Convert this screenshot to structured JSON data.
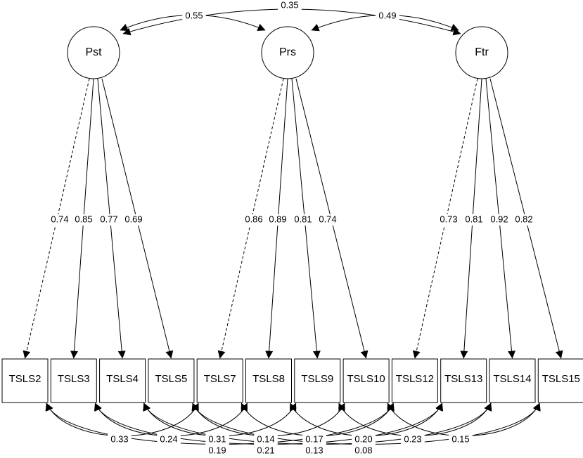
{
  "latents": [
    {
      "id": "Pst",
      "label": "Pst"
    },
    {
      "id": "Prs",
      "label": "Prs"
    },
    {
      "id": "Ftr",
      "label": "Ftr"
    }
  ],
  "observed": [
    {
      "id": "TSLS2",
      "label": "TSLS2"
    },
    {
      "id": "TSLS3",
      "label": "TSLS3"
    },
    {
      "id": "TSLS4",
      "label": "TSLS4"
    },
    {
      "id": "TSLS5",
      "label": "TSLS5"
    },
    {
      "id": "TSLS7",
      "label": "TSLS7"
    },
    {
      "id": "TSLS8",
      "label": "TSLS8"
    },
    {
      "id": "TSLS9",
      "label": "TSLS9"
    },
    {
      "id": "TSLS10",
      "label": "TSLS10"
    },
    {
      "id": "TSLS12",
      "label": "TSLS12"
    },
    {
      "id": "TSLS13",
      "label": "TSLS13"
    },
    {
      "id": "TSLS14",
      "label": "TSLS14"
    },
    {
      "id": "TSLS15",
      "label": "TSLS15"
    }
  ],
  "latent_covariances": [
    {
      "from": "Pst",
      "to": "Prs",
      "value": "0.55"
    },
    {
      "from": "Pst",
      "to": "Ftr",
      "value": "0.35"
    },
    {
      "from": "Prs",
      "to": "Ftr",
      "value": "0.49"
    }
  ],
  "loadings": [
    {
      "latent": "Pst",
      "indicator": "TSLS2",
      "value": "0.74",
      "fixed": true
    },
    {
      "latent": "Pst",
      "indicator": "TSLS3",
      "value": "0.85",
      "fixed": false
    },
    {
      "latent": "Pst",
      "indicator": "TSLS4",
      "value": "0.77",
      "fixed": false
    },
    {
      "latent": "Pst",
      "indicator": "TSLS5",
      "value": "0.69",
      "fixed": false
    },
    {
      "latent": "Prs",
      "indicator": "TSLS7",
      "value": "0.86",
      "fixed": true
    },
    {
      "latent": "Prs",
      "indicator": "TSLS8",
      "value": "0.89",
      "fixed": false
    },
    {
      "latent": "Prs",
      "indicator": "TSLS9",
      "value": "0.81",
      "fixed": false
    },
    {
      "latent": "Prs",
      "indicator": "TSLS10",
      "value": "0.74",
      "fixed": false
    },
    {
      "latent": "Ftr",
      "indicator": "TSLS12",
      "value": "0.73",
      "fixed": true
    },
    {
      "latent": "Ftr",
      "indicator": "TSLS13",
      "value": "0.81",
      "fixed": false
    },
    {
      "latent": "Ftr",
      "indicator": "TSLS14",
      "value": "0.92",
      "fixed": false
    },
    {
      "latent": "Ftr",
      "indicator": "TSLS15",
      "value": "0.82",
      "fixed": false
    }
  ],
  "residual_covariances": [
    {
      "a": "TSLS2",
      "b": "TSLS7",
      "value": "0.33"
    },
    {
      "a": "TSLS2",
      "b": "TSLS12",
      "value": "0.19"
    },
    {
      "a": "TSLS3",
      "b": "TSLS8",
      "value": "0.24"
    },
    {
      "a": "TSLS3",
      "b": "TSLS13",
      "value": "0.21"
    },
    {
      "a": "TSLS4",
      "b": "TSLS9",
      "value": "0.31"
    },
    {
      "a": "TSLS4",
      "b": "TSLS14",
      "value": "0.13"
    },
    {
      "a": "TSLS5",
      "b": "TSLS10",
      "value": "0.14"
    },
    {
      "a": "TSLS5",
      "b": "TSLS15",
      "value": "0.08"
    },
    {
      "a": "TSLS7",
      "b": "TSLS12",
      "value": "0.17"
    },
    {
      "a": "TSLS8",
      "b": "TSLS13",
      "value": "0.20"
    },
    {
      "a": "TSLS9",
      "b": "TSLS14",
      "value": "0.23"
    },
    {
      "a": "TSLS10",
      "b": "TSLS15",
      "value": "0.15"
    }
  ]
}
